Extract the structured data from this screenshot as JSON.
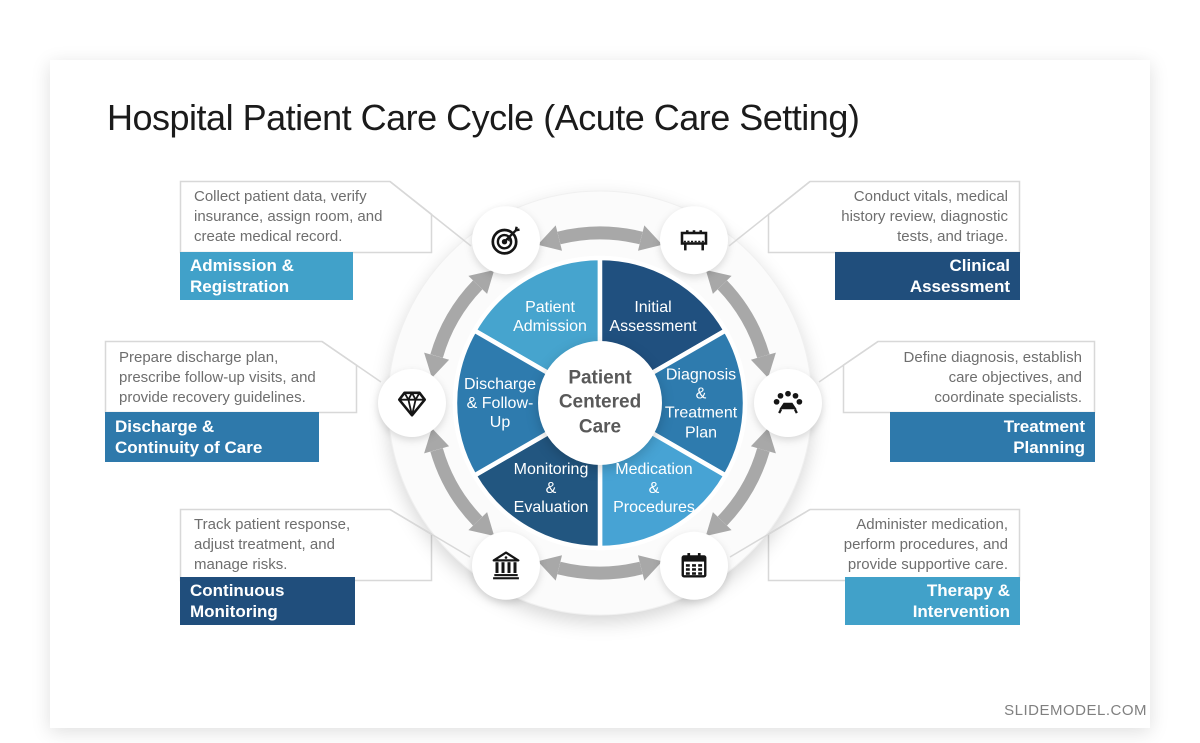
{
  "slide": {
    "title": "Hospital Patient Care Cycle (Acute Care Setting)",
    "watermark": "SLIDEMODEL.COM"
  },
  "wheel": {
    "center_label": "Patient\nCentered\nCare",
    "arrow_color": "#a8a8a8",
    "segments": [
      {
        "label": "Patient\nAdmission",
        "color": "#46a4ce",
        "icon": "target-icon"
      },
      {
        "label": "Initial\nAssessment",
        "color": "#20507f",
        "icon": "signboard-icon"
      },
      {
        "label": "Diagnosis\n&\nTreatment\nPlan",
        "color": "#2e7bae",
        "icon": "team-meeting-icon"
      },
      {
        "label": "Medication\n&\nProcedures",
        "color": "#47a3d4",
        "icon": "calendar-icon"
      },
      {
        "label": "Monitoring\n&\nEvaluation",
        "color": "#225680",
        "icon": "bank-icon"
      },
      {
        "label": "Discharge\n& Follow-\nUp",
        "color": "#2e7bae",
        "icon": "diamond-icon"
      }
    ]
  },
  "callouts": [
    {
      "id": "admission-registration",
      "title": "Admission &\nRegistration",
      "description": "Collect patient data, verify\ninsurance, assign room, and\ncreate medical record.",
      "accent": "#41a1c9"
    },
    {
      "id": "clinical-assessment",
      "title": "Clinical\nAssessment",
      "description": "Conduct vitals, medical\nhistory review, diagnostic\ntests, and triage.",
      "accent": "#204e7c"
    },
    {
      "id": "discharge-continuity",
      "title": "Discharge &\nContinuity of Care",
      "description": "Prepare discharge plan,\nprescribe follow-up visits, and\nprovide recovery guidelines.",
      "accent": "#2e79ab"
    },
    {
      "id": "treatment-planning",
      "title": "Treatment\nPlanning",
      "description": "Define diagnosis, establish\ncare objectives, and\ncoordinate specialists.",
      "accent": "#2e79ab"
    },
    {
      "id": "continuous-monitoring",
      "title": "Continuous\nMonitoring",
      "description": "Track patient response,\nadjust treatment, and\nmanage risks.",
      "accent": "#204e7c"
    },
    {
      "id": "therapy-intervention",
      "title": "Therapy &\nIntervention",
      "description": "Administer medication,\nperform procedures, and\nprovide supportive care.",
      "accent": "#41a1c9"
    }
  ]
}
